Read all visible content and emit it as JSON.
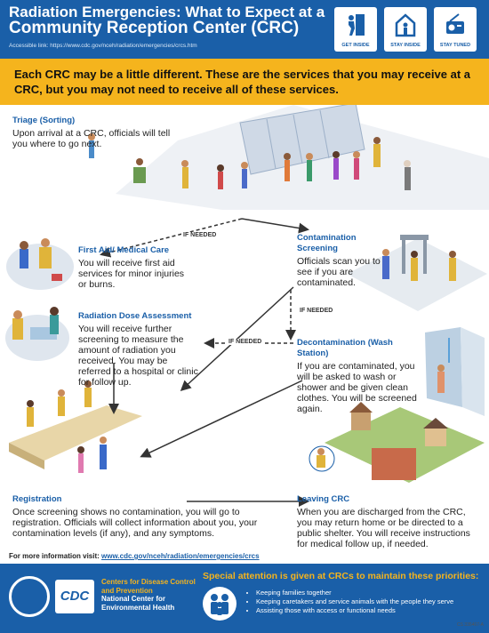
{
  "header": {
    "title_line1": "Radiation Emergencies: What to Expect at a",
    "title_line2": "Community Reception Center (CRC)",
    "accessible_label": "Accessible link:",
    "accessible_url": "https://www.cdc.gov/nceh/radiation/emergencies/crcs.htm",
    "buttons": [
      {
        "label": "GET INSIDE",
        "icon": "get-inside-icon"
      },
      {
        "label": "STAY INSIDE",
        "icon": "stay-inside-icon"
      },
      {
        "label": "STAY TUNED",
        "icon": "stay-tuned-icon"
      }
    ]
  },
  "intro": "Each CRC may be a little different. These are the services that you may receive at a CRC, but you may not need to receive all of these services.",
  "flags": {
    "if_needed": "IF NEEDED"
  },
  "sections": {
    "triage": {
      "title": "Triage (Sorting)",
      "body": "Upon arrival at a CRC, officials will tell you where to go next."
    },
    "first_aid": {
      "title": "First Aid/ Medical Care",
      "body": "You will receive first aid services for minor injuries or burns."
    },
    "contamination": {
      "title": "Contamination Screening",
      "body": "Officials scan you to see if you are contaminated."
    },
    "dose": {
      "title": "Radiation Dose Assessment",
      "body": "You will receive further screening to measure the amount of radiation you received. You may be referred to a hospital or clinic for follow up."
    },
    "decon": {
      "title": "Decontamination (Wash Station)",
      "body": "If you are contaminated, you will be asked to wash or shower and be given clean clothes. You will be screened again."
    },
    "registration": {
      "title": "Registration",
      "body": "Once screening shows no contamination, you will go to registration. Officials will collect information about you, your contamination levels (if any), and any symptoms."
    },
    "leaving": {
      "title": "Leaving CRC",
      "body": "When you are discharged from the CRC, you may return home or be directed to a public shelter. You will receive instructions for medical follow up, if needed."
    }
  },
  "more_info": {
    "label": "For more information visit:",
    "url": "www.cdc.gov/nceh/radiation/emergencies/crcs"
  },
  "footer": {
    "cdc_logo_text": "CDC",
    "cdc_name": "Centers for Disease Control and Prevention",
    "nceh_name": "National Center for Environmental Health",
    "priorities_title": "Special attention is given at CRCs to maintain these priorities:",
    "priorities": [
      "Keeping families together",
      "Keeping caretakers and service animals with the people they serve",
      "Assisting those with access or functional needs"
    ]
  },
  "doc_number": "CS 335467-A",
  "colors": {
    "brand_blue": "#1a5fa8",
    "accent_yellow": "#f5b41d"
  }
}
